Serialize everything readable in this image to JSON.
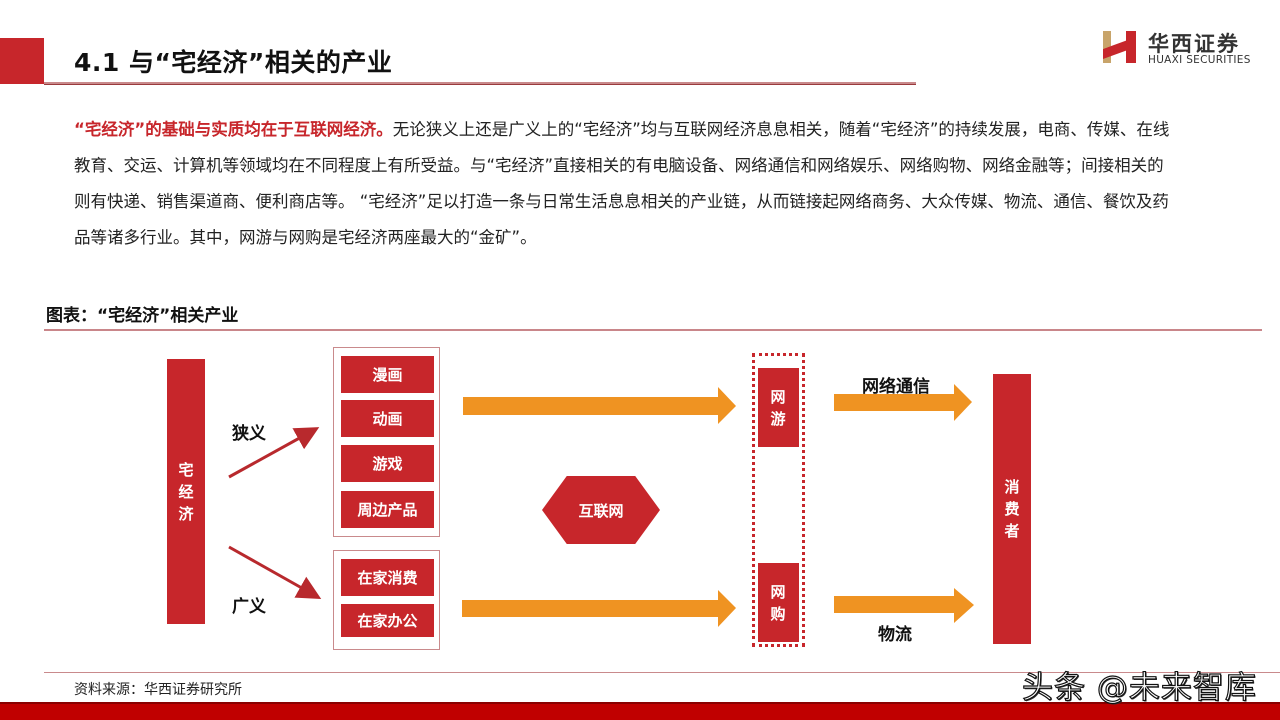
{
  "header": {
    "title": "4.1 与“宅经济”相关的产业"
  },
  "logo": {
    "name_cn": "华西证券",
    "name_en": "HUAXI SECURITIES"
  },
  "paragraph": {
    "lead": "“宅经济”的基础与实质均在于互联网经济。",
    "body": "无论狭义上还是广义上的“宅经济”均与互联网经济息息相关，随着“宅经济”的持续发展，电商、传媒、在线教育、交运、计算机等领域均在不同程度上有所受益。与“宅经济”直接相关的有电脑设备、网络通信和网络娱乐、网络购物、网络金融等；间接相关的则有快递、销售渠道商、便利商店等。 “宅经济”足以打造一条与日常生活息息相关的产业链，从而链接起网络商务、大众传媒、物流、通信、餐饮及药品等诸多行业。其中，网游与网购是宅经济两座最大的“金矿”。"
  },
  "figure": {
    "title": "图表：“宅经济”相关产业",
    "source": "资料来源：华西证券研究所",
    "diagram": {
      "root": "宅经济",
      "narrow_label": "狭义",
      "broad_label": "广义",
      "narrow_items": [
        "漫画",
        "动画",
        "游戏",
        "周边产品"
      ],
      "broad_items": [
        "在家消费",
        "在家办公"
      ],
      "hub": "互联网",
      "net_items": [
        "网游",
        "网购"
      ],
      "channel_top": "网络通信",
      "channel_bottom": "物流",
      "target": "消费者"
    }
  },
  "watermark": "头条 @未来智库",
  "colors": {
    "brand_red": "#c7262b",
    "arrow_orange": "#ef9322",
    "footer_red": "#c00000",
    "rule_pink": "#c98a8c"
  }
}
